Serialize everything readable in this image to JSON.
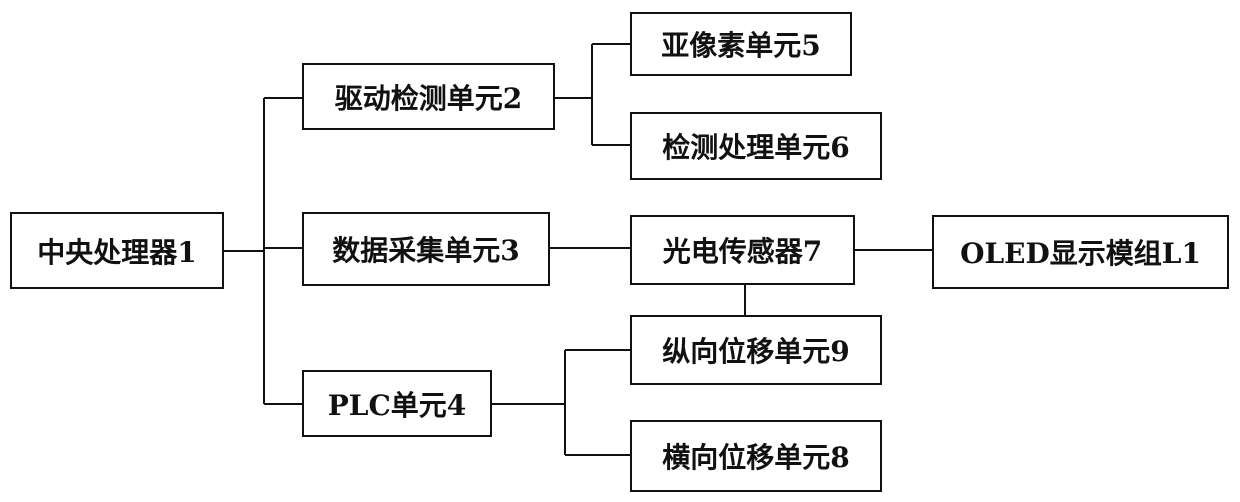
{
  "diagram": {
    "nodes": {
      "central_processor": "中央处理器1",
      "drive_detection_unit": "驱动检测单元2",
      "data_acquisition_unit": "数据采集单元3",
      "plc_unit": "PLC单元4",
      "subpixel_unit": "亚像素单元5",
      "detection_processing_unit": "检测处理单元6",
      "photoelectric_sensor": "光电传感器7",
      "oled_display_module": "OLED显示模组L1",
      "vertical_displacement_unit": "纵向位移单元9",
      "horizontal_displacement_unit": "横向位移单元8"
    },
    "edges": [
      [
        "central_processor",
        "drive_detection_unit"
      ],
      [
        "central_processor",
        "data_acquisition_unit"
      ],
      [
        "central_processor",
        "plc_unit"
      ],
      [
        "drive_detection_unit",
        "subpixel_unit"
      ],
      [
        "drive_detection_unit",
        "detection_processing_unit"
      ],
      [
        "data_acquisition_unit",
        "photoelectric_sensor"
      ],
      [
        "photoelectric_sensor",
        "oled_display_module"
      ],
      [
        "photoelectric_sensor",
        "vertical_displacement_unit"
      ],
      [
        "plc_unit",
        "vertical_displacement_unit"
      ],
      [
        "plc_unit",
        "horizontal_displacement_unit"
      ]
    ]
  }
}
